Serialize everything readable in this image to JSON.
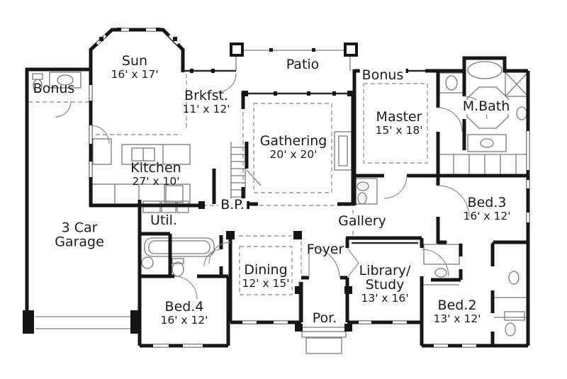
{
  "meta": {
    "type": "single-story house floor plan",
    "colors": {
      "wall": "#161616",
      "thin_line": "#7a7a7a",
      "dashed_line": "#999999",
      "text": "#1b1b1b",
      "background": "#ffffff"
    }
  },
  "rooms": {
    "sun": {
      "name": "Sun",
      "dims": "16' x 17'"
    },
    "bonus_left": {
      "name": "Bonus"
    },
    "patio": {
      "name": "Patio"
    },
    "brkfst": {
      "name": "Brkfst.",
      "dims": "11' x 12'"
    },
    "bonus_right": {
      "name": "Bonus"
    },
    "master": {
      "name": "Master",
      "dims": "15' x 18'"
    },
    "mbath": {
      "name": "M.Bath"
    },
    "gathering": {
      "name": "Gathering",
      "dims": "20' x 20'"
    },
    "kitchen": {
      "name": "Kitchen",
      "dims": "27' x 10'"
    },
    "bed3": {
      "name": "Bed.3",
      "dims": "16' x 12'"
    },
    "garage": {
      "line1": "3 Car",
      "line2": "Garage"
    },
    "bp": {
      "name": "B.P."
    },
    "gallery": {
      "name": "Gallery"
    },
    "util": {
      "name": "Util."
    },
    "foyer": {
      "name": "Foyer"
    },
    "dining": {
      "name": "Dining",
      "dims": "12' x 15'"
    },
    "library": {
      "line1": "Library/",
      "line2": "Study",
      "dims": "13' x 16'"
    },
    "bed4": {
      "name": "Bed.4",
      "dims": "16' x 12'"
    },
    "por": {
      "name": "Por."
    },
    "bed2": {
      "name": "Bed.2",
      "dims": "13' x 12'"
    }
  }
}
